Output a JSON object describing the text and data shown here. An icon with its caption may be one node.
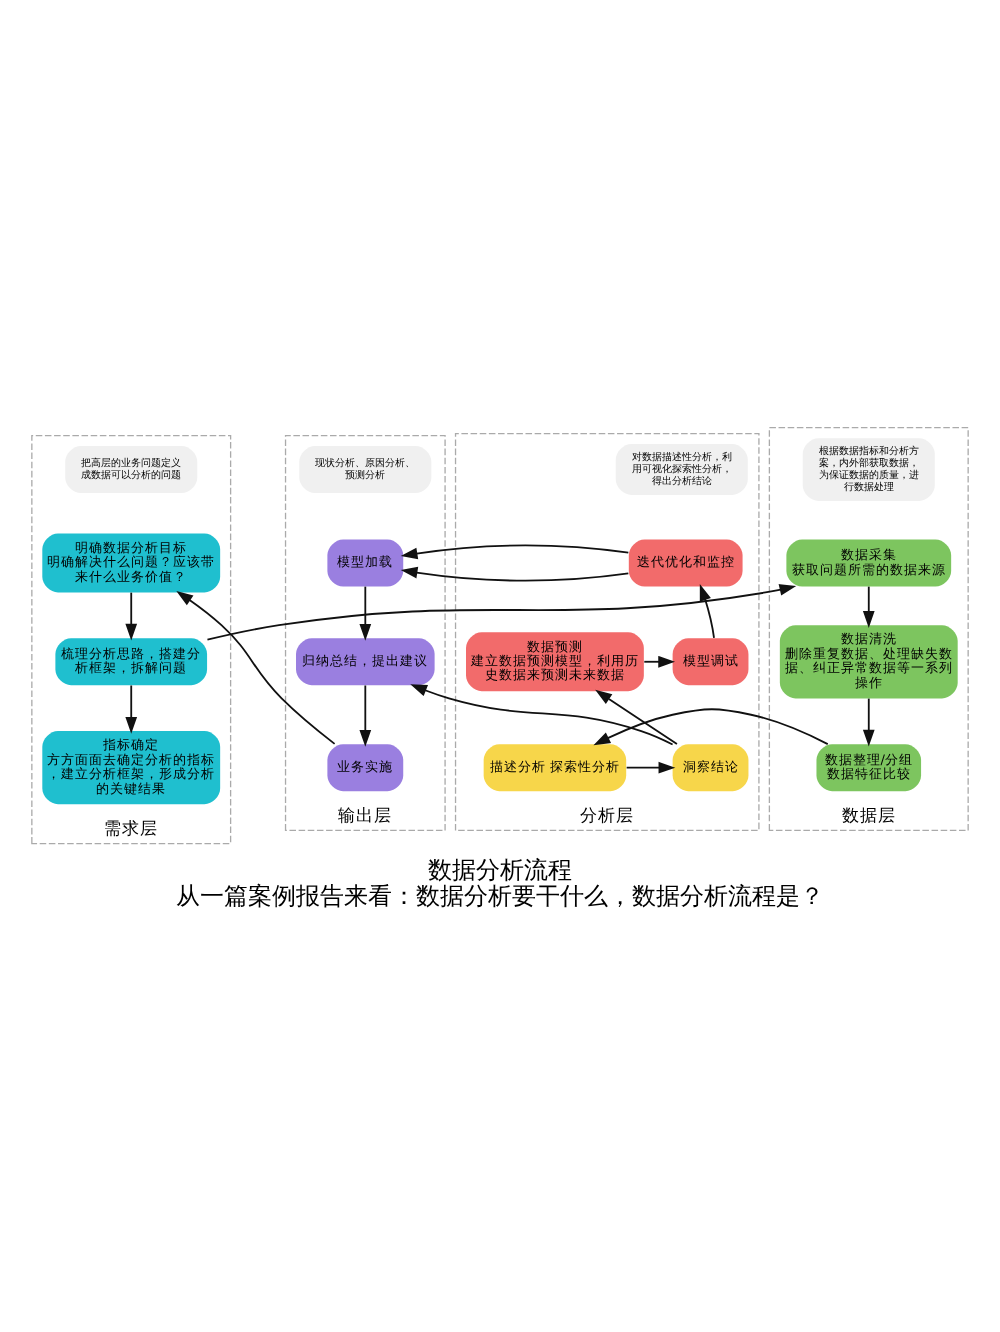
{
  "diagram": {
    "title": "数据分析流程",
    "caption": "从一篇案例报告来看：数据分析要干什么，数据分析流程是？",
    "nodes": [
      {
        "text": [
          "需求层"
        ]
      },
      {
        "text": [
          "把高层的业务问题定义成数据可以分析的问题"
        ],
        "in": 0
      },
      {
        "text": [
          "明确数据分析目标",
          "明确解决什么问题？应该带来什么业务价值？"
        ],
        "in": 0
      },
      {
        "text": [
          "梳理分析思路，搭建分析框架，拆解问题"
        ],
        "in": 0
      },
      {
        "text": [
          "指标确定",
          "方方面面去确定分析的指标，建立分析框架，形成分析的关键结果"
        ],
        "in": 0
      },
      {
        "text": [
          "数据层"
        ]
      },
      {
        "text": [
          "根据数据指标和分析方案，内外部获取数据，为保证数据的质量，进行数据处理"
        ],
        "in": 5
      },
      {
        "text": [
          "数据采集",
          "获取问题所需的数据来源"
        ],
        "in": 5
      },
      {
        "text": [
          "数据清洗",
          "删除重复数据、处理缺失数据、纠正异常数据等一系列操作"
        ],
        "in": 5
      },
      {
        "text": [
          "数据整理/分组",
          "数据特征比较"
        ],
        "in": 5
      },
      {
        "text": [
          "分析层"
        ]
      },
      {
        "text": [
          "对数据描述性分析，利用可视化探索性分析，得出分析结论"
        ],
        "in": 10
      },
      {
        "text": [
          "迭代优化和监控"
        ],
        "in": 10
      },
      {
        "text": [
          "数据预测",
          "建立数据预测模型，利用历史数据来预测未来数据"
        ],
        "in": 10
      },
      {
        "text": [
          "模型调试"
        ],
        "in": 10
      },
      {
        "text": [
          "描述分析 探索性分析"
        ],
        "in": 10
      },
      {
        "text": [
          "洞察结论"
        ],
        "in": 10
      },
      {
        "text": [
          "输出层"
        ]
      },
      {
        "text": [
          "现状分析、原因分析、预测分析"
        ],
        "in": 17
      },
      {
        "text": [
          "模型加载"
        ],
        "in": 17
      },
      {
        "text": [
          "归纳总结，提出建议"
        ],
        "in": 17
      },
      {
        "text": [
          "业务实施"
        ],
        "in": 17
      }
    ],
    "edges": [
      {
        "from": 2,
        "to": 3,
        "arrow": "to"
      },
      {
        "from": 3,
        "to": 4,
        "arrow": "to"
      },
      {
        "from": 3,
        "to": 7,
        "arrow": "to"
      },
      {
        "from": 7,
        "to": 8,
        "arrow": "to"
      },
      {
        "from": 8,
        "to": 9,
        "arrow": "to"
      },
      {
        "from": 9,
        "to": 15,
        "arrow": "to"
      },
      {
        "from": 15,
        "to": 16,
        "arrow": "to"
      },
      {
        "from": 16,
        "to": 13,
        "arrow": "to"
      },
      {
        "from": 13,
        "to": 14,
        "arrow": "to"
      },
      {
        "from": 14,
        "to": 12,
        "arrow": "to"
      },
      {
        "from": 12,
        "to": 19,
        "arrow": "to"
      },
      {
        "from": 16,
        "to": 20,
        "arrow": "to"
      },
      {
        "from": 19,
        "to": 20,
        "arrow": "to"
      },
      {
        "from": 20,
        "to": 21,
        "arrow": "to"
      },
      {
        "from": 21,
        "to": 2,
        "arrow": "to"
      }
    ]
  }
}
